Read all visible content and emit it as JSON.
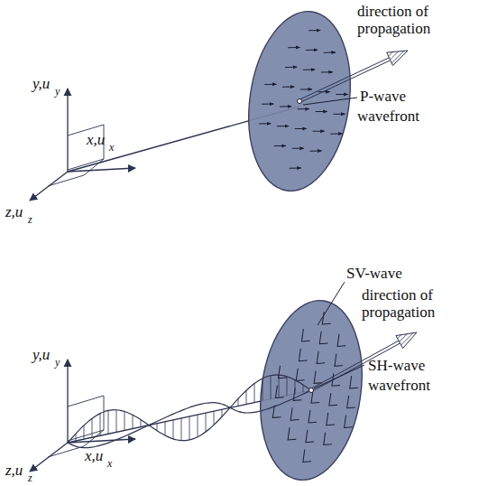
{
  "diagram": {
    "labels": [
      "y,u",
      "y",
      "x,u",
      "x",
      "z,u",
      "z",
      "direction of propagation",
      "P-wave",
      "wavefront",
      "y,u",
      "y",
      "x,u",
      "x",
      "z,u",
      "z",
      "SV-wave",
      "direction of propagation",
      "SH-wave",
      "wavefront"
    ]
  }
}
